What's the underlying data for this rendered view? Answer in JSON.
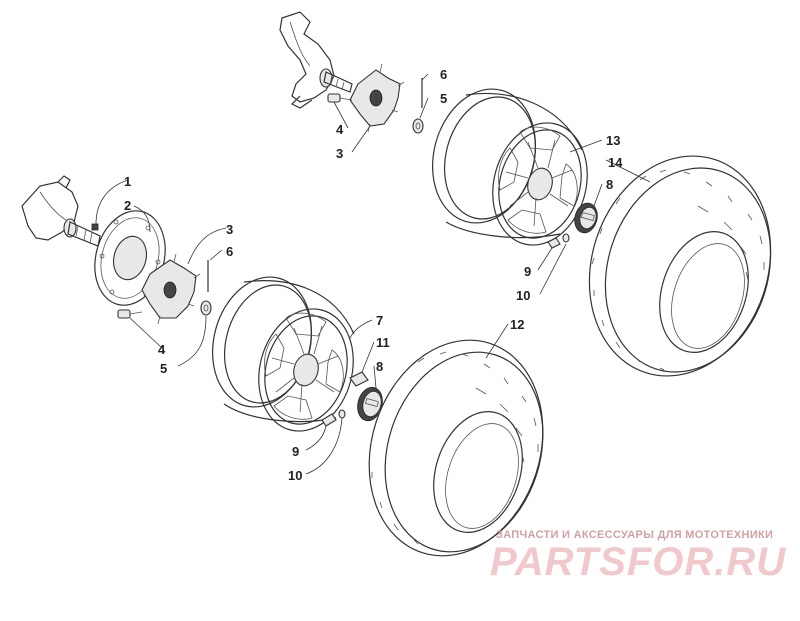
{
  "diagram": {
    "callouts": [
      {
        "id": "c1",
        "label": "1"
      },
      {
        "id": "c2",
        "label": "2"
      },
      {
        "id": "c3a",
        "label": "3"
      },
      {
        "id": "c3b",
        "label": "3"
      },
      {
        "id": "c4a",
        "label": "4"
      },
      {
        "id": "c4b",
        "label": "4"
      },
      {
        "id": "c5a",
        "label": "5"
      },
      {
        "id": "c5b",
        "label": "5"
      },
      {
        "id": "c6a",
        "label": "6"
      },
      {
        "id": "c6b",
        "label": "6"
      },
      {
        "id": "c7",
        "label": "7"
      },
      {
        "id": "c8a",
        "label": "8"
      },
      {
        "id": "c8b",
        "label": "8"
      },
      {
        "id": "c9a",
        "label": "9"
      },
      {
        "id": "c9b",
        "label": "9"
      },
      {
        "id": "c10a",
        "label": "10"
      },
      {
        "id": "c10b",
        "label": "10"
      },
      {
        "id": "c11",
        "label": "11"
      },
      {
        "id": "c12",
        "label": "12"
      },
      {
        "id": "c13",
        "label": "13"
      },
      {
        "id": "c14",
        "label": "14"
      }
    ]
  },
  "watermark": {
    "tagline": "ЗАПЧАСТИ И АКСЕССУАРЫ ДЛЯ МОТОТЕХНИКИ",
    "logo_text": "PARTSFOR.RU"
  }
}
